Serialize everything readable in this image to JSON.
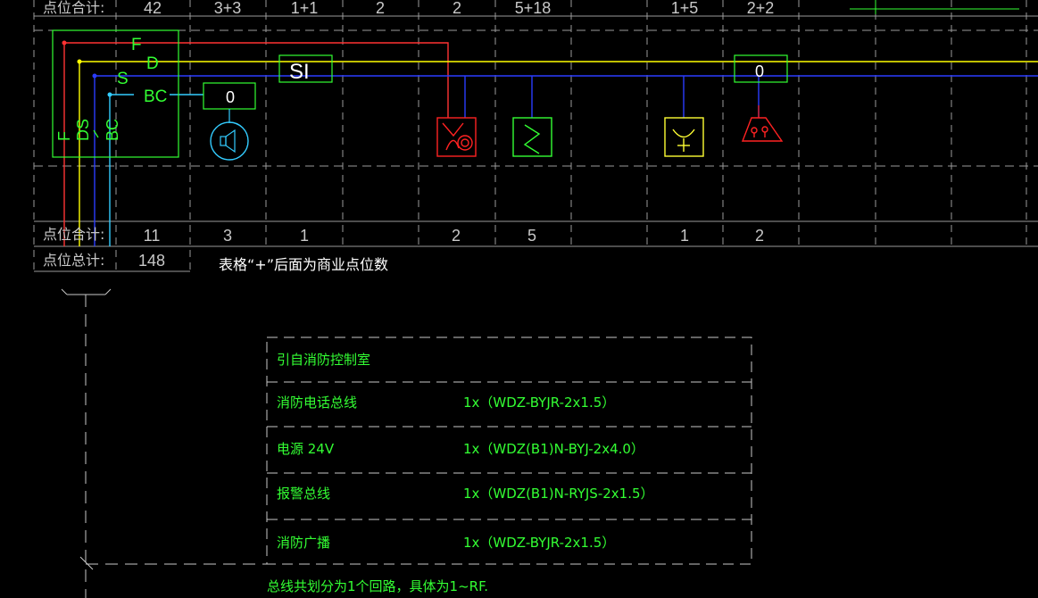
{
  "top_row": {
    "label": "点位合计:",
    "cells": [
      "42",
      "3+3",
      "1+1",
      "2",
      "2",
      "5+18",
      "",
      "1+5",
      "2+2",
      "",
      "",
      ""
    ]
  },
  "bottom_row": {
    "label": "点位合计:",
    "cells": [
      "11",
      "3",
      "1",
      "",
      "2",
      "5",
      "",
      "1",
      "2",
      "",
      "",
      ""
    ]
  },
  "total_row": {
    "label": "点位总计:",
    "value": "148"
  },
  "note": "表格“+”后面为商业点位数",
  "bus_labels": {
    "f": "F",
    "d": "D",
    "s": "S",
    "bc": "BC",
    "ds": "DS",
    "bc_vertical": "BC",
    "f_vertical": "F"
  },
  "symbols": {
    "module_left": "0",
    "si_box": "SI",
    "module_right": "0"
  },
  "legend": {
    "title": "引自消防控制室",
    "rows": [
      {
        "name": "消防电话总线",
        "spec": "1x（WDZ-BYJR-2x1.5）"
      },
      {
        "name": "电源 24V",
        "spec": "1x（WDZ(B1)N-BYJ-2x4.0）"
      },
      {
        "name": "报警总线",
        "spec": "1x（WDZ(B1)N-RYJS-2x1.5）"
      },
      {
        "name": "消防广播",
        "spec": "1x（WDZ-BYJR-2x1.5）"
      }
    ]
  },
  "footer_note": "总线共划分为1个回路，具体为1~RF.",
  "colors": {
    "background": "#000000",
    "grid": "#c8c8c8",
    "bus_f": "#ff3333",
    "bus_d": "#ffff00",
    "bus_s": "#2a3cff",
    "bus_bc": "#33ccff",
    "green": "#33ff33",
    "yellow": "#ffff33",
    "red": "#ff2222",
    "cyan": "#33ccff",
    "text": "#ffffff"
  },
  "icons": [
    "speaker-icon",
    "smoke-detector-icon",
    "manual-alarm-icon",
    "fire-hydrant-button-icon",
    "alarm-bell-icon",
    "fire-phone-icon"
  ]
}
